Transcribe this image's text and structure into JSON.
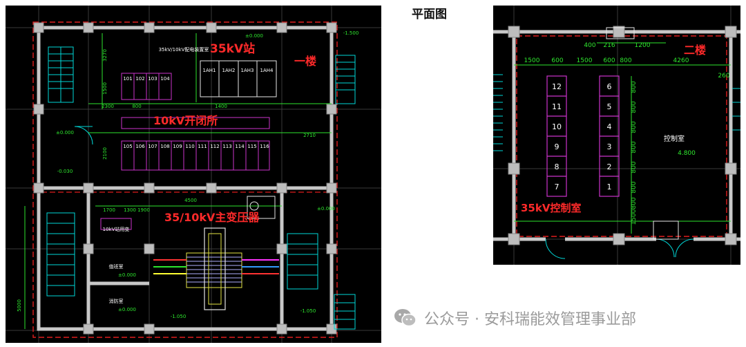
{
  "page_title": "平面图",
  "watermark": "公众号 · 安科瑞能效管理事业部",
  "colors": {
    "cad_bg": "#000000",
    "wall": "#c8c8c8",
    "dim": "#2ee62e",
    "label_red": "#ff2a2a",
    "cabinet": "#cc33cc",
    "stair": "#00e5e5"
  },
  "icons": [
    "wechat-icon"
  ],
  "plan1": {
    "title_35kv": "35kV站",
    "floor_label": "一楼",
    "title_10kv": "10kV开闭所",
    "title_transformer": "35/10kV主变压器",
    "room_header": "35kV/10kV配电装置室",
    "cabinets_10kv_top": [
      "101",
      "102",
      "103",
      "104"
    ],
    "cabinets_35kv": [
      "1AH1",
      "1AH2",
      "1AH3",
      "1AH4"
    ],
    "cabinets_10kv_bottom": [
      "105",
      "106",
      "107",
      "108",
      "109",
      "110",
      "111",
      "112",
      "113",
      "114",
      "115",
      "116"
    ],
    "dims": [
      "3270",
      "1500",
      "2300",
      "800",
      "1400",
      "1500",
      "2100",
      "2710",
      "4500",
      "1700",
      "1300",
      "1900",
      "5000",
      "±0.000",
      "-1.500",
      "-0.030",
      "-1.050"
    ],
    "rooms": [
      "值班室",
      "消防室",
      "10kV站用变"
    ]
  },
  "plan2": {
    "floor_label": "二楼",
    "title": "35kV控制室",
    "room_label": "控制室",
    "elevation": "4.800",
    "left_cabinets": [
      "12",
      "11",
      "10",
      "9",
      "8",
      "7"
    ],
    "right_cabinets": [
      "6",
      "5",
      "4",
      "3",
      "2",
      "1"
    ],
    "dims_top": [
      "1500",
      "600",
      "1500",
      "600",
      "800",
      "4260"
    ],
    "dims_top2": [
      "400",
      "216",
      "1200"
    ],
    "dims_side": [
      "800",
      "800",
      "800",
      "800",
      "800",
      "800",
      "800",
      "1500"
    ],
    "dim_right": "260"
  }
}
